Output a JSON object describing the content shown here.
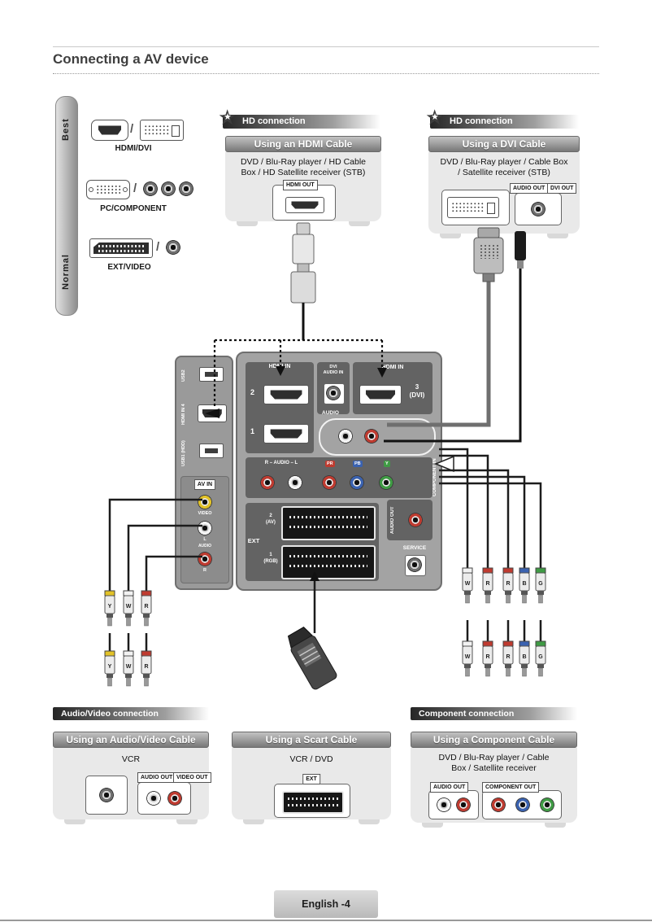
{
  "page": {
    "title": "Connecting a AV device",
    "footer": "English -4"
  },
  "icons": {
    "star": "★",
    "slash": "/"
  },
  "quality_bar": {
    "best": "Best",
    "normal": "Normal"
  },
  "legend": {
    "items": [
      {
        "label": "HDMI/DVI"
      },
      {
        "label": "PC/COMPONENT"
      },
      {
        "label": "EXT/VIDEO"
      }
    ]
  },
  "hd_badge_label": "HD connection",
  "sections": {
    "av_badge": "Audio/Video connection",
    "component_badge": "Component connection"
  },
  "panels": {
    "hdmi": {
      "header": "Using an HDMI Cable",
      "line1": "DVD / Blu-Ray player / HD Cable",
      "line2": "Box / HD Satellite receiver (STB)",
      "port_label": "HDMI OUT"
    },
    "dvi": {
      "header": "Using a DVI Cable",
      "line1": "DVD / Blu-Ray player / Cable Box",
      "line2": "/ Satellite receiver (STB)",
      "audio_out_label": "AUDIO OUT",
      "dvi_out_label": "DVI OUT"
    },
    "av": {
      "header": "Using an Audio/Video Cable",
      "line1": "VCR",
      "audio_out_label": "AUDIO OUT",
      "video_out_label": "VIDEO OUT"
    },
    "scart": {
      "header": "Using a Scart Cable",
      "line1": "VCR / DVD",
      "port_label": "EXT"
    },
    "component": {
      "header": "Using a Component Cable",
      "line1": "DVD / Blu-Ray player / Cable",
      "line2": "Box / Satellite receiver",
      "audio_out_label": "AUDIO OUT",
      "component_out_label": "COMPONENT OUT"
    }
  },
  "tv": {
    "side": {
      "usb_top": "USB2",
      "hdmi4": "HDMI IN 4",
      "usb_bottom": "USB1 (HDD)",
      "av_in": "AV IN",
      "video": "VIDEO",
      "left": "L",
      "audio": "AUDIO",
      "right": "R"
    },
    "main": {
      "hdmi_in_left": "HDMI IN",
      "hdmi_2": "2",
      "hdmi_1": "1",
      "dvi_audio_in": "DVI\nAUDIO IN",
      "hdmi_in_right": "HDMI IN",
      "hdmi_3": "3\n(DVI)",
      "audio": "AUDIO",
      "audio_row": "R – AUDIO – L",
      "pr": "PR",
      "pb": "PB",
      "y": "Y",
      "component_in": "COMPONENT IN",
      "ext": "EXT",
      "scart_2": "2\n(AV)",
      "scart_1": "1\n(RGB)",
      "audio_out": "AUDIO OUT",
      "service": "SERVICE"
    }
  },
  "cables": {
    "av_top": [
      "Y",
      "W",
      "R"
    ],
    "av_bottom": [
      "Y",
      "W",
      "R"
    ],
    "component_top": [
      "W",
      "R",
      "R",
      "B",
      "G"
    ],
    "component_bottom": [
      "W",
      "R",
      "R",
      "B",
      "G"
    ]
  },
  "colors": {
    "video_yellow": "#e2c228",
    "audio_white": "#f2f2f2",
    "audio_red": "#bf3b30",
    "pr_red": "#bf3b30",
    "pb_blue": "#3a62b0",
    "y_green": "#3f9b44",
    "panel_gray": "#a3a3a3",
    "dark_gray": "#636363",
    "header_dark": "#262626"
  }
}
